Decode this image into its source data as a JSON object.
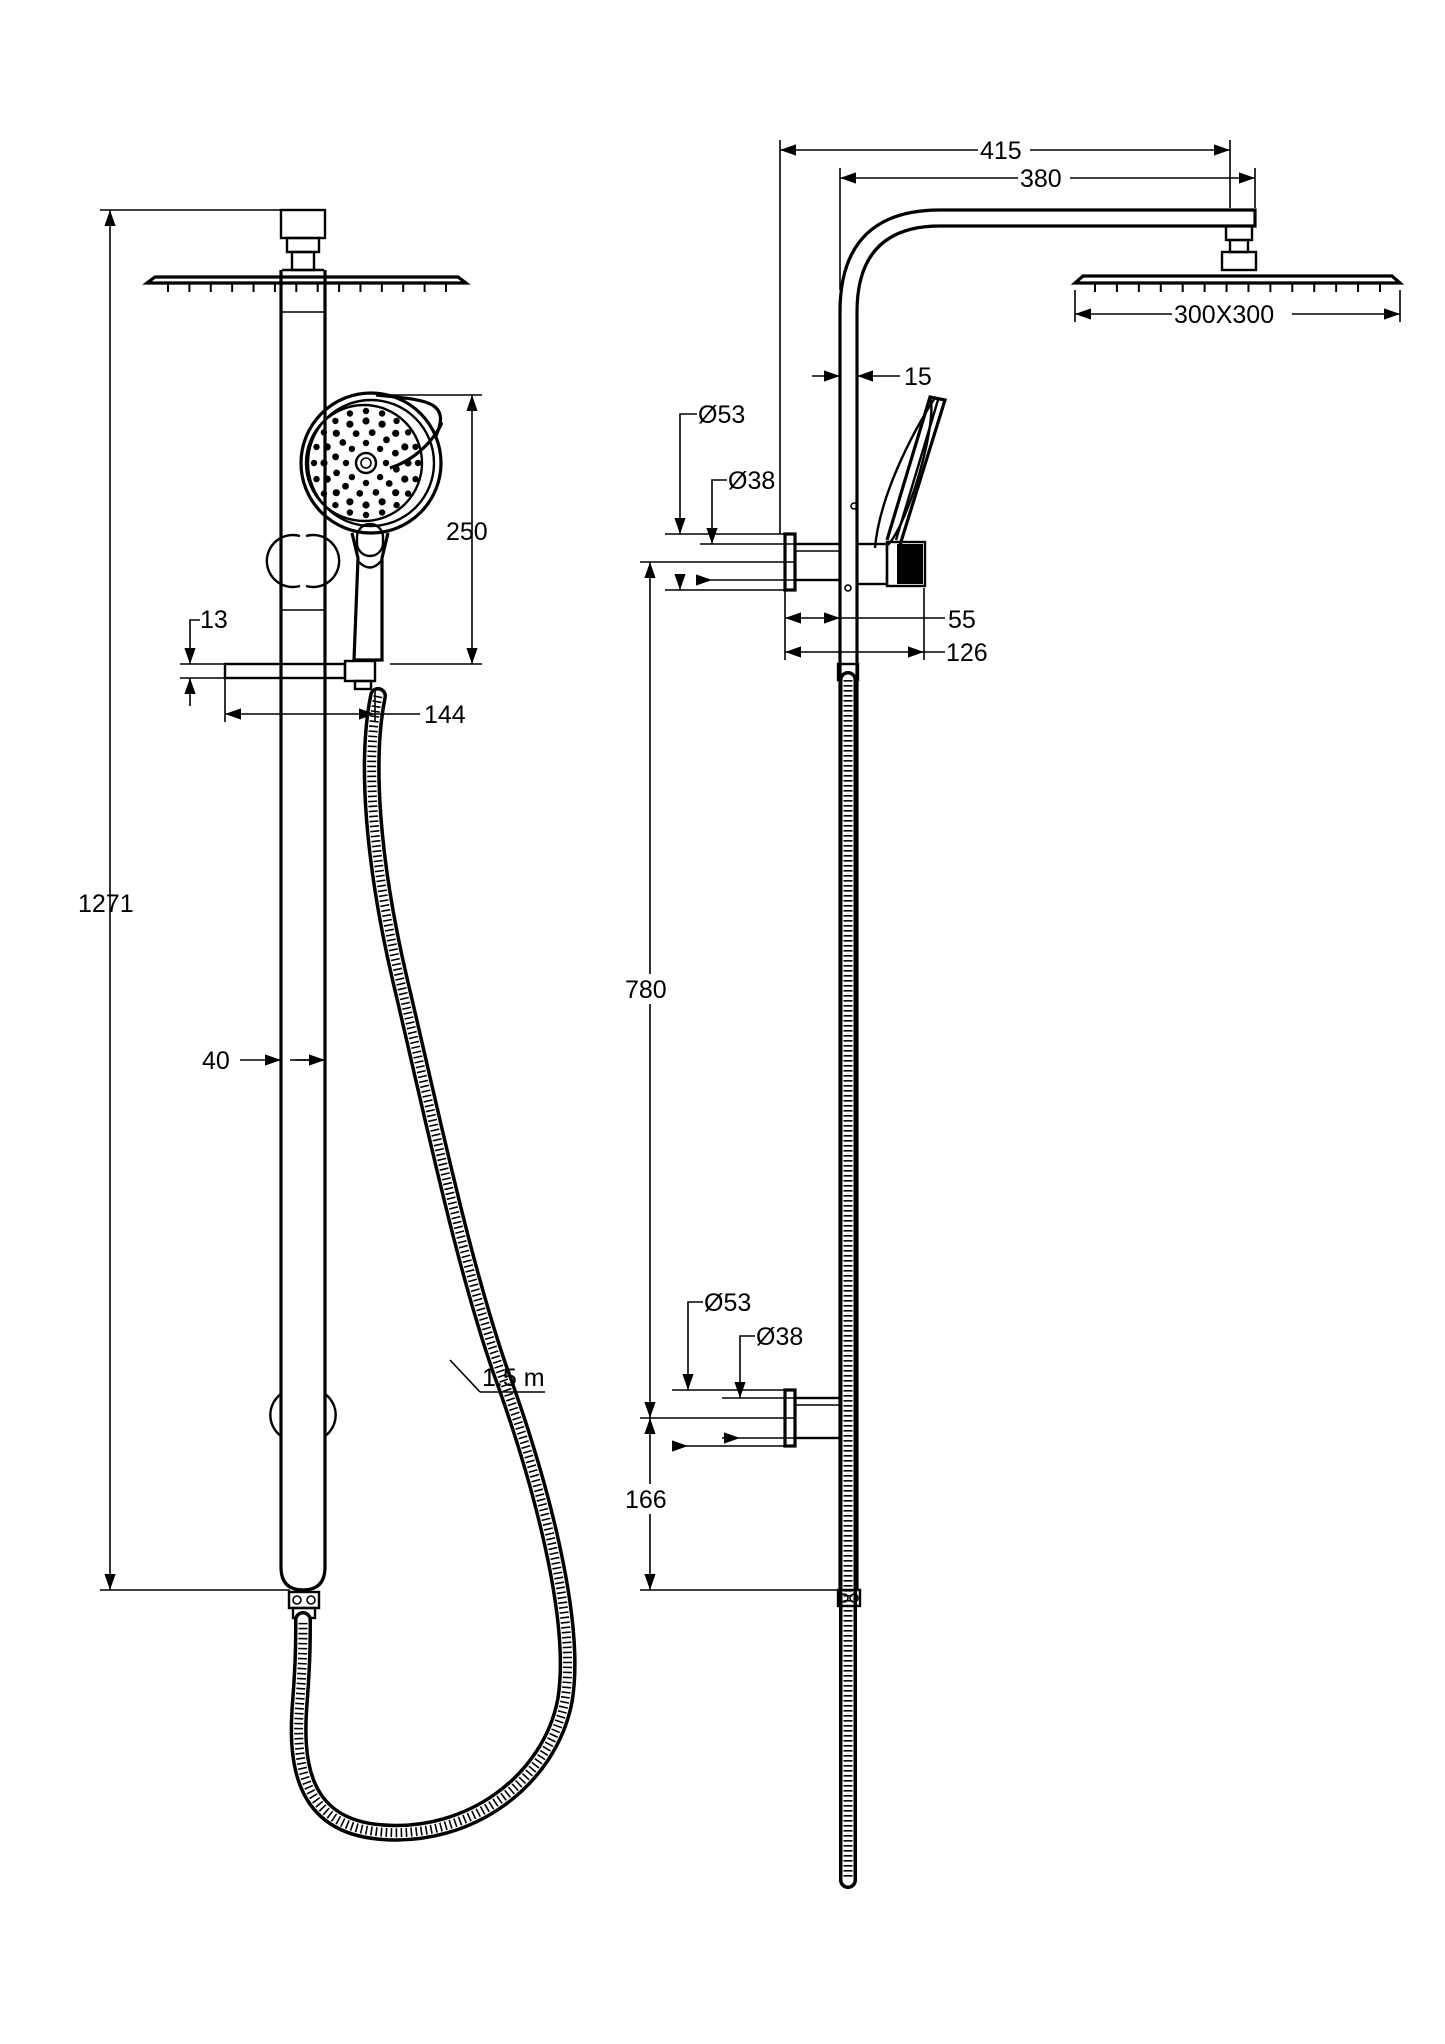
{
  "front_view": {
    "overall_height": "1271",
    "rail_width": "40",
    "handset_height": "250",
    "holder_thickness": "13",
    "holder_length": "144",
    "hose_length": "1.5 m"
  },
  "side_view": {
    "arm_projection": "415",
    "arm_reach": "380",
    "head_size": "300X300",
    "rail_offset": "15",
    "upper_bracket_outer_dia": "Ø53",
    "upper_bracket_inner_dia": "Ø38",
    "bracket_depth": "55",
    "handset_projection": "126",
    "bracket_spacing": "780",
    "lower_bracket_outer_dia": "Ø53",
    "lower_bracket_inner_dia": "Ø38",
    "bottom_offset": "166"
  }
}
